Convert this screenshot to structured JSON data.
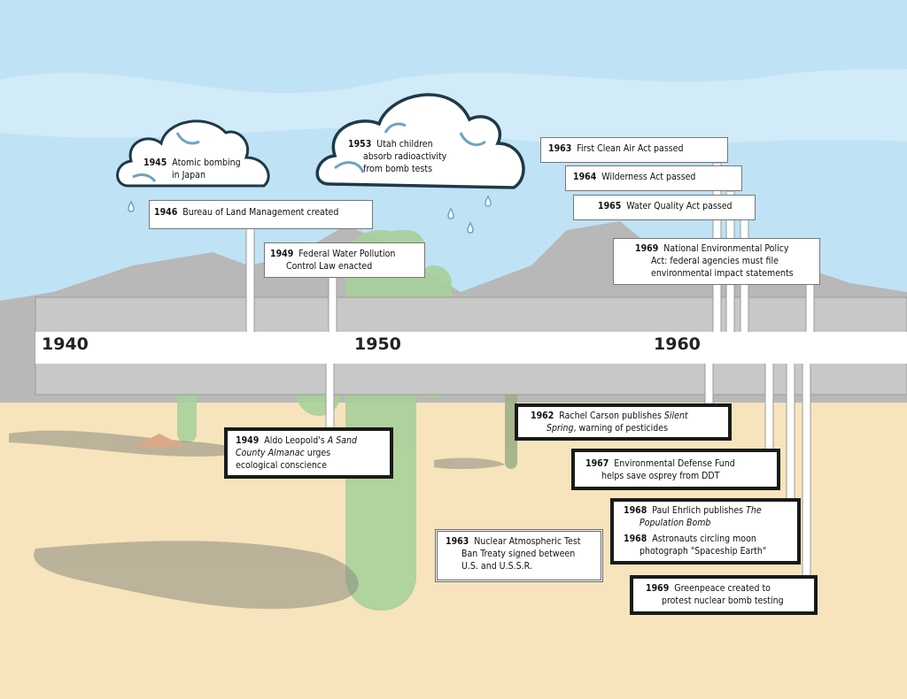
{
  "axis": {
    "labels": [
      "1940",
      "1950",
      "1960"
    ]
  },
  "events_above": [
    {
      "year": "1945",
      "text_lines": [
        "Atomic bombing",
        "in Japan"
      ]
    },
    {
      "year": "1953",
      "text_lines": [
        "Utah children",
        "absorb radioactivity",
        "from bomb tests"
      ]
    },
    {
      "year": "1946",
      "text": "Bureau of Land Management created"
    },
    {
      "year": "1949",
      "text_lines": [
        "Federal Water Pollution",
        "Control Law enacted"
      ]
    },
    {
      "year": "1963",
      "text": "First Clean Air Act passed"
    },
    {
      "year": "1964",
      "text": "Wilderness Act passed"
    },
    {
      "year": "1965",
      "text": "Water Quality Act passed"
    },
    {
      "year": "1969",
      "text_lines": [
        "National Environmental Policy",
        "Act: federal agencies must file",
        "environmental impact statements"
      ]
    }
  ],
  "events_below": [
    {
      "year": "1949",
      "pre": "Aldo Leopold's ",
      "italic": "A Sand County Almanac",
      "post": " urges ecological conscience",
      "line1_pre": "Aldo Leopold's ",
      "line1_italic": "A Sand",
      "line2_italic": "County Almanac",
      "line2_post": " urges",
      "line3": "ecological conscience"
    },
    {
      "year": "1962",
      "line1_pre": "Rachel Carson publishes ",
      "line1_italic": "Silent",
      "line2_italic": "Spring",
      "line2_post": ", warning of pesticides"
    },
    {
      "year": "1967",
      "text_lines": [
        "Environmental Defense Fund",
        "helps save osprey from DDT"
      ]
    },
    {
      "year": "1968",
      "line1_pre": "Paul Ehrlich publishes ",
      "line1_italic": "The",
      "line2_italic": "Population Bomb"
    },
    {
      "year": "1968",
      "text_lines": [
        "Astronauts circling moon",
        "photograph \"Spaceship Earth\""
      ]
    },
    {
      "year": "1963",
      "text_lines": [
        "Nuclear Atmospheric Test",
        "Ban Treaty signed between",
        "U.S. and U.S.S.R."
      ]
    },
    {
      "year": "1969",
      "text_lines": [
        "Greenpeace created to",
        "protest nuclear bomb testing"
      ]
    }
  ],
  "colors": {
    "sky": "#bfe2f5",
    "sand": "#f8e4bc",
    "band": "#c8c8c8",
    "cactus": "#a8d09a",
    "cloud_outline": "#1f3947",
    "cloud_accent": "#6fa3bf"
  }
}
